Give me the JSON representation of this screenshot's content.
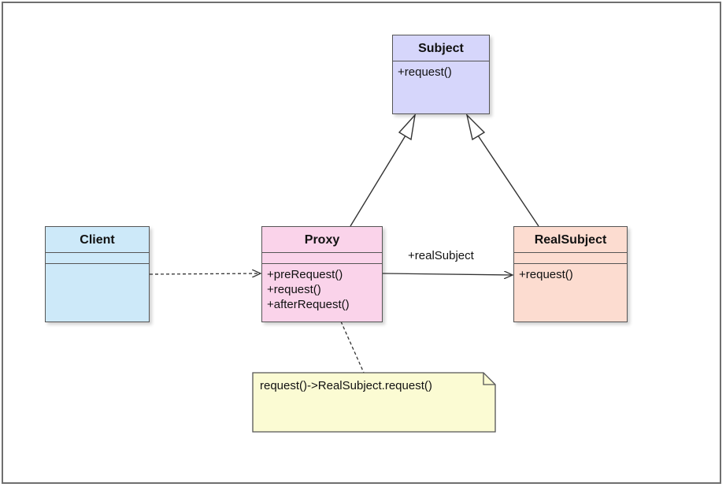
{
  "classes": {
    "subject": {
      "name": "Subject",
      "operations": [
        "+request()"
      ],
      "fill": "#d6d6fb"
    },
    "client": {
      "name": "Client",
      "operations": [],
      "fill": "#cde9f9"
    },
    "proxy": {
      "name": "Proxy",
      "operations": [
        "+preRequest()",
        "+request()",
        "+afterRequest()"
      ],
      "fill": "#fad3ea"
    },
    "real_subject": {
      "name": "RealSubject",
      "operations": [
        "+request()"
      ],
      "fill": "#fcdcd0"
    }
  },
  "association": {
    "label": "+realSubject"
  },
  "note": {
    "text": "request()->RealSubject.request()",
    "fill": "#fbfbd3"
  },
  "colors": {
    "line": "#333333",
    "border": "#555555"
  }
}
